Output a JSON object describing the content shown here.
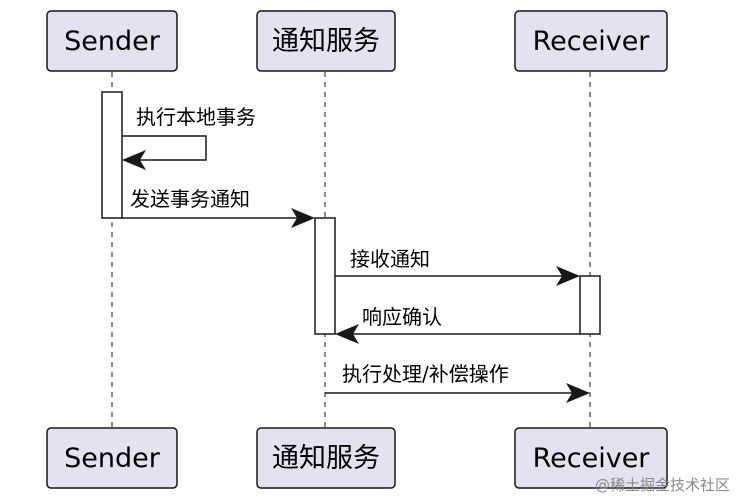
{
  "participants": [
    {
      "id": "sender",
      "label": "Sender"
    },
    {
      "id": "notify",
      "label": "通知服务"
    },
    {
      "id": "receiver",
      "label": "Receiver"
    }
  ],
  "messages": [
    {
      "from": "sender",
      "to": "sender",
      "label": "执行本地事务",
      "style": "solid"
    },
    {
      "from": "sender",
      "to": "notify",
      "label": "发送事务通知",
      "style": "solid"
    },
    {
      "from": "notify",
      "to": "receiver",
      "label": "接收通知",
      "style": "solid"
    },
    {
      "from": "receiver",
      "to": "notify",
      "label": "响应确认",
      "style": "solid"
    },
    {
      "from": "notify",
      "to": "receiver",
      "label": "执行处理/补偿操作",
      "style": "solid"
    }
  ],
  "watermark": "@稀土掘金技术社区"
}
